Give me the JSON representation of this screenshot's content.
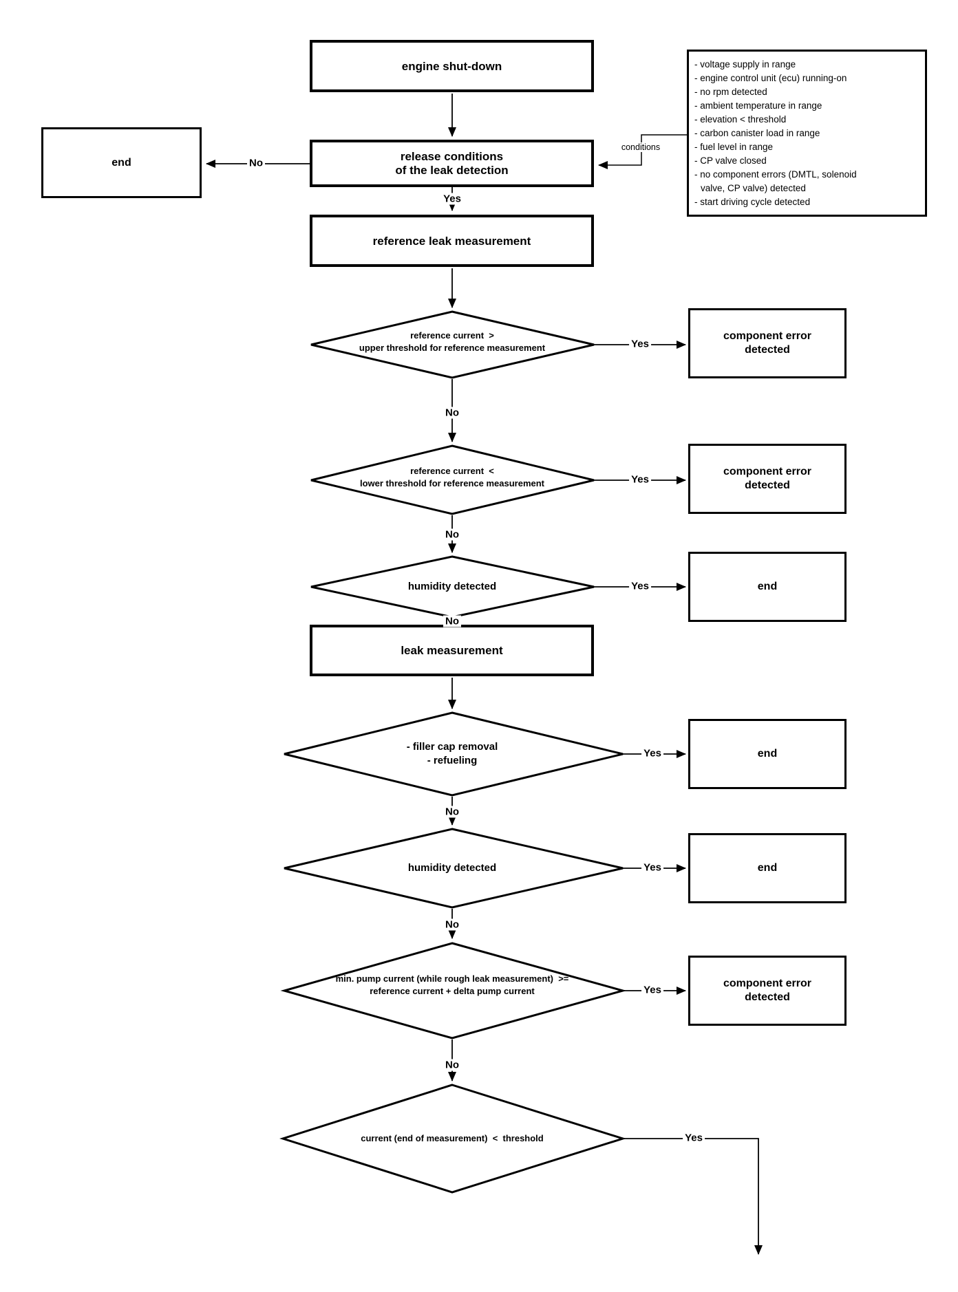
{
  "labels": {
    "yes": "Yes",
    "no": "No",
    "conditions_connector": "conditions"
  },
  "process_boxes": {
    "engine_shutdown": "engine shut-down",
    "release_conditions": {
      "line1": "release conditions",
      "line2": "of the leak detection"
    },
    "reference_leak_measurement": "reference leak measurement",
    "leak_measurement": "leak measurement"
  },
  "outcome_boxes": {
    "end": "end",
    "component_error": {
      "line1": "component error",
      "line2": "detected"
    }
  },
  "decisions": {
    "d1": {
      "line1": "reference current  >",
      "line2": "upper threshold for reference measurement"
    },
    "d2": {
      "line1": "reference current  <",
      "line2": "lower threshold for reference measurement"
    },
    "d3": "humidity detected",
    "d4": {
      "line1": "- filler cap removal",
      "line2": "- refueling"
    },
    "d5": "humidity detected",
    "d6": {
      "line1": "min. pump current (while rough leak measurement)  >=",
      "line2": "reference current + delta pump current"
    },
    "d7": "current (end of measurement)  <  threshold"
  },
  "conditions": {
    "items": [
      "- voltage supply in range",
      "- engine control unit (ecu) running-on",
      "- no rpm detected",
      "- ambient temperature in range",
      "- elevation < threshold",
      "- carbon canister load in range",
      "- fuel level in range",
      "- CP valve closed",
      "- no component errors (DMTL, solenoid",
      "valve, CP valve) detected",
      "- start driving cycle detected"
    ]
  },
  "colors": {
    "line": "#000000",
    "background": "#ffffff"
  }
}
